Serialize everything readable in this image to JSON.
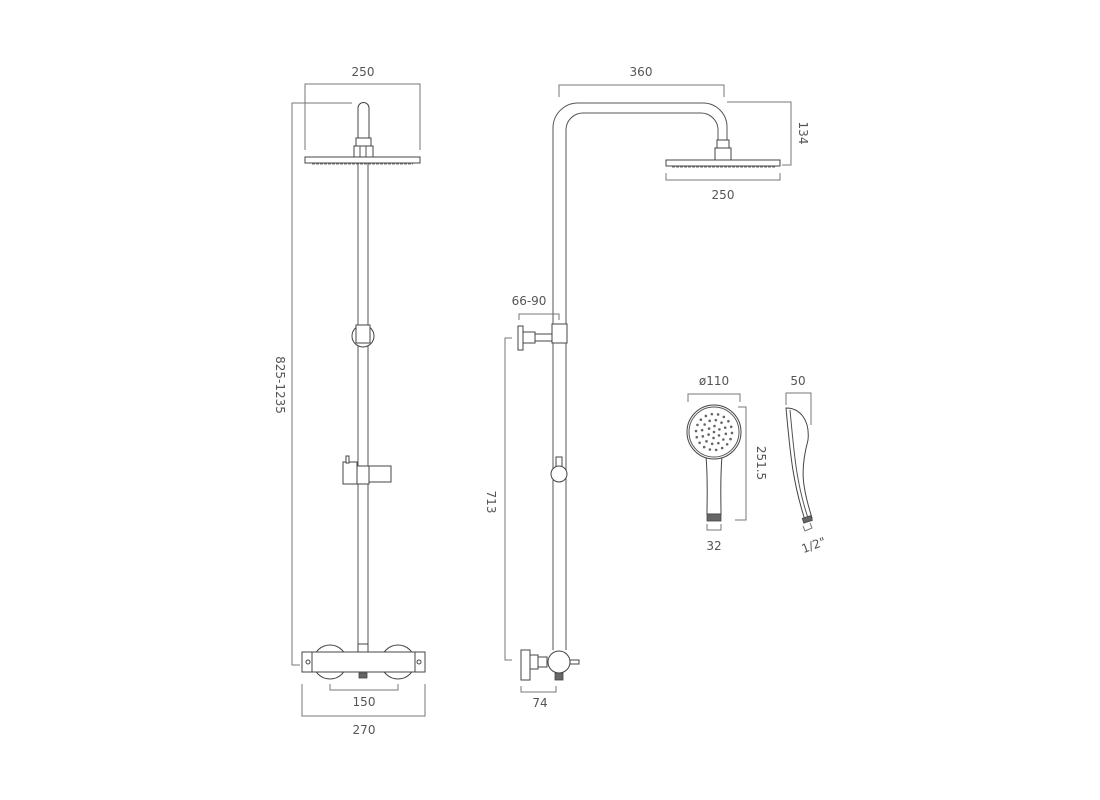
{
  "front_view": {
    "head_width": "250",
    "height_range": "825-1235",
    "valve_centres": "150",
    "valve_width": "270"
  },
  "side_view": {
    "arm_projection": "360",
    "arm_drop": "134",
    "head_width": "250",
    "wall_offset": "66-90",
    "bracket_to_valve": "713",
    "valve_depth": "74"
  },
  "handset": {
    "head_diameter": "ø110",
    "length": "251.5",
    "nozzle_width": "32",
    "depth": "50",
    "thread": "1/2\""
  },
  "colors": {
    "line": "#555555",
    "background": "#ffffff"
  }
}
